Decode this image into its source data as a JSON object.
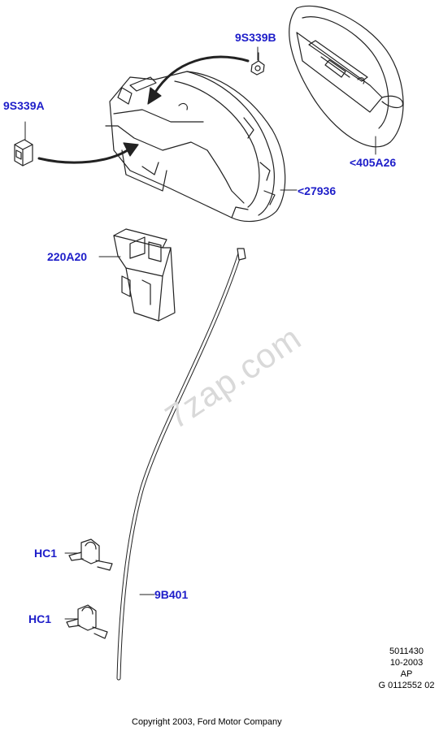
{
  "watermark": "7zap.com",
  "colors": {
    "callout": "#1d1dc9",
    "line": "#222222",
    "fill": "#ffffff"
  },
  "callouts": [
    {
      "id": "9S339B",
      "label": "9S339B"
    },
    {
      "id": "9S339A",
      "label": "9S339A"
    },
    {
      "id": "405A26",
      "label": "<405A26"
    },
    {
      "id": "27936",
      "label": "<27936"
    },
    {
      "id": "220A20",
      "label": "220A20"
    },
    {
      "id": "HC1_a",
      "label": "HC1"
    },
    {
      "id": "9B401",
      "label": "9B401"
    },
    {
      "id": "HC1_b",
      "label": "HC1"
    }
  ],
  "drawing_info": [
    "5011430",
    "10-2003",
    "AP",
    "G 0112552 02"
  ],
  "copyright": "Copyright 2003, Ford Motor Company"
}
